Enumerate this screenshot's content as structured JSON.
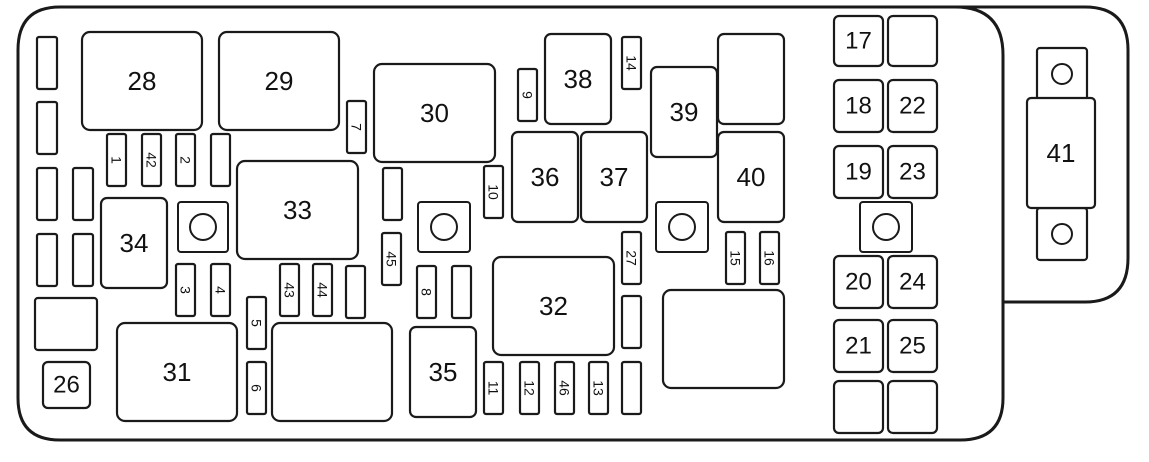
{
  "components": [
    {
      "id": "28"
    },
    {
      "id": "29"
    },
    {
      "id": "30"
    },
    {
      "id": "31"
    },
    {
      "id": "32"
    },
    {
      "id": "33"
    },
    {
      "id": "34"
    },
    {
      "id": "35"
    },
    {
      "id": "36"
    },
    {
      "id": "37"
    },
    {
      "id": "38"
    },
    {
      "id": "39"
    },
    {
      "id": "40"
    },
    {
      "id": "41"
    },
    {
      "id": "17"
    },
    {
      "id": "18"
    },
    {
      "id": "19"
    },
    {
      "id": "20"
    },
    {
      "id": "21"
    },
    {
      "id": "22"
    },
    {
      "id": "23"
    },
    {
      "id": "24"
    },
    {
      "id": "25"
    },
    {
      "id": "26"
    },
    {
      "id": "1"
    },
    {
      "id": "2"
    },
    {
      "id": "3"
    },
    {
      "id": "4"
    },
    {
      "id": "5"
    },
    {
      "id": "6"
    },
    {
      "id": "7"
    },
    {
      "id": "8"
    },
    {
      "id": "9"
    },
    {
      "id": "10"
    },
    {
      "id": "11"
    },
    {
      "id": "12"
    },
    {
      "id": "13"
    },
    {
      "id": "14"
    },
    {
      "id": "15"
    },
    {
      "id": "16"
    },
    {
      "id": "27"
    },
    {
      "id": "42"
    },
    {
      "id": "43"
    },
    {
      "id": "44"
    },
    {
      "id": "45"
    },
    {
      "id": "46"
    }
  ],
  "colors": {
    "stroke": "#1a1a1a",
    "fill": "#ffffff",
    "text": "#111111"
  }
}
